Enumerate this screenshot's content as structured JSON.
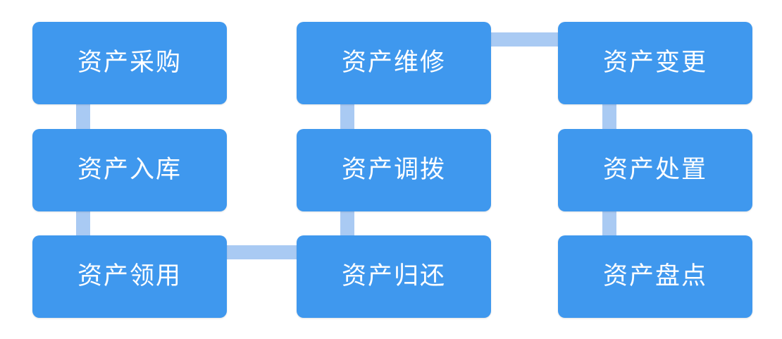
{
  "colors": {
    "box_fill": "#3f98ee",
    "box_text": "#ffffff",
    "connector": "#a9caf3",
    "background": "#ffffff"
  },
  "steps": [
    {
      "label": "资产采购"
    },
    {
      "label": "资产入库"
    },
    {
      "label": "资产领用"
    },
    {
      "label": "资产归还"
    },
    {
      "label": "资产调拨"
    },
    {
      "label": "资产维修"
    },
    {
      "label": "资产变更"
    },
    {
      "label": "资产处置"
    },
    {
      "label": "资产盘点"
    }
  ]
}
